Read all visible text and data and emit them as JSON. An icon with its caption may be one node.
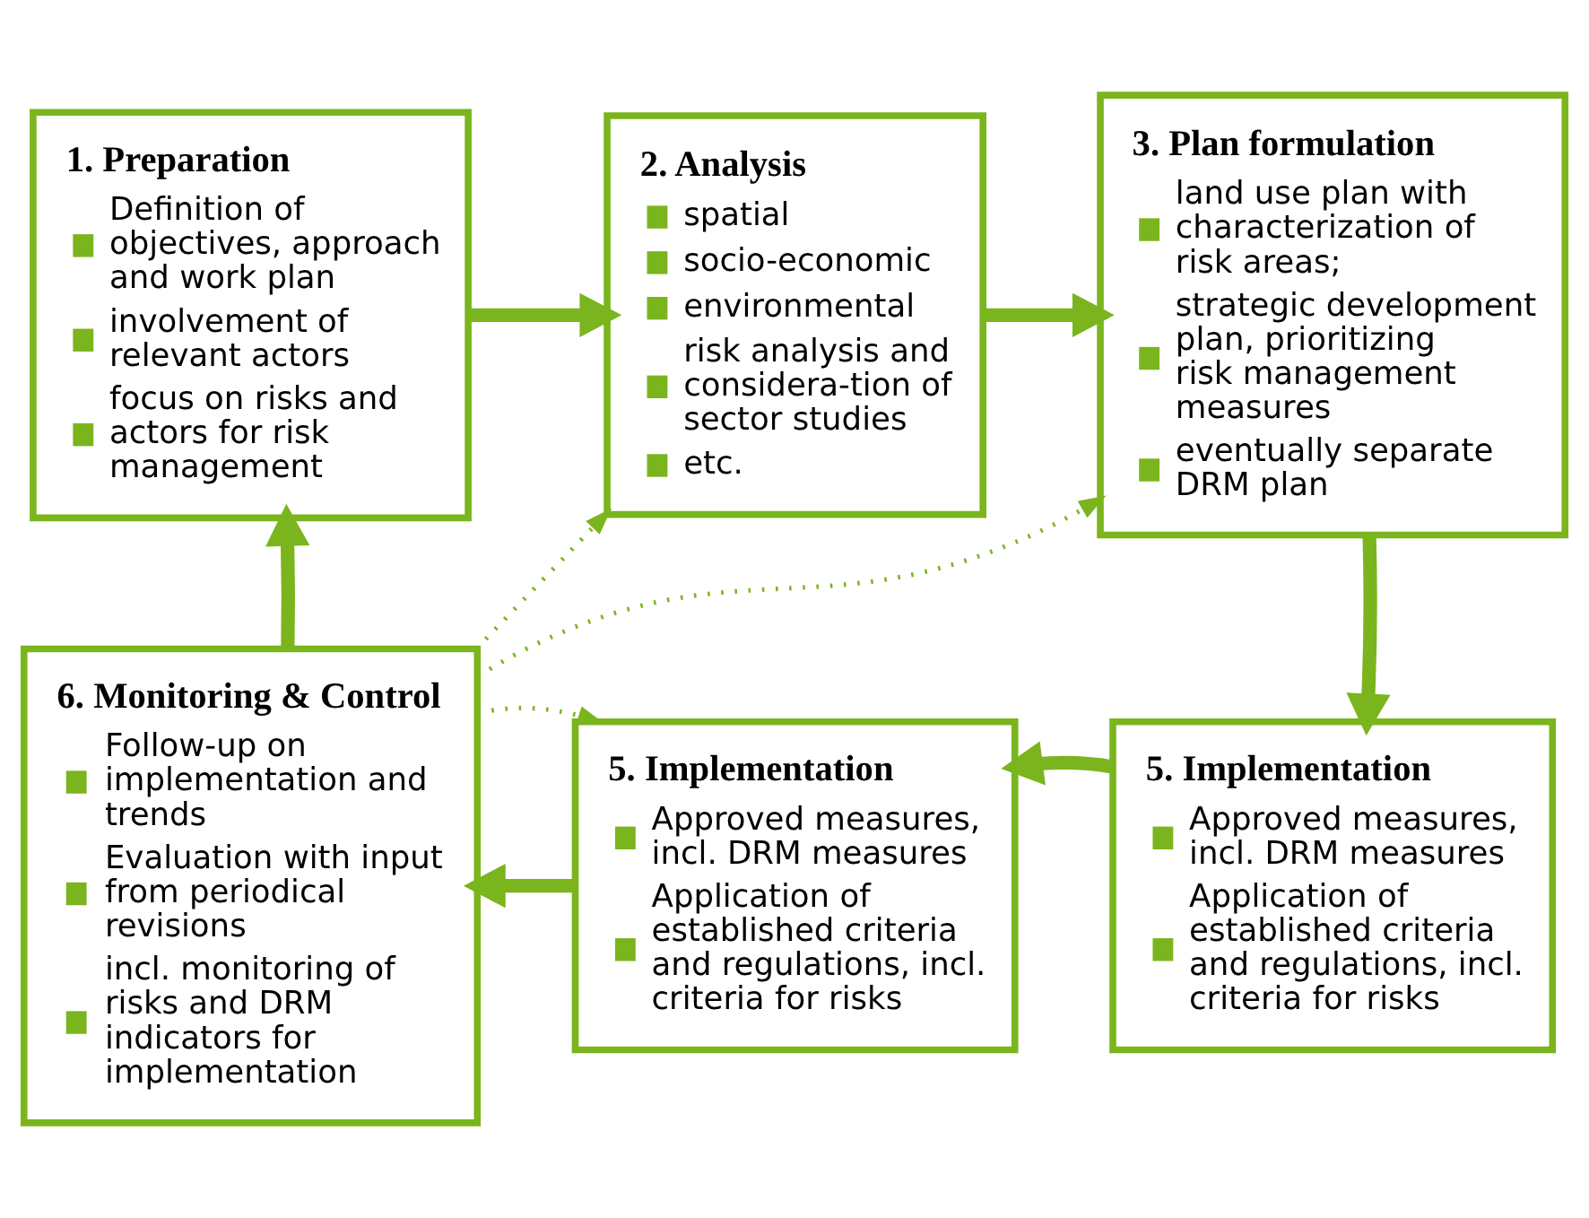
{
  "diagram": {
    "nodes": [
      {
        "text": [
          "1. Preparation",
          "Definition of objectives, approach and work plan",
          "involvement of relevant actors",
          "focus on risks and actors for risk management"
        ]
      },
      {
        "text": [
          "2. Analysis",
          "spatial",
          "socio-economic",
          "environmental",
          "risk analysis and considera-tion of sector studies",
          "etc."
        ]
      },
      {
        "text": [
          "3. Plan formulation",
          "land use plan with characterization of risk areas;",
          "strategic development plan, prioritizing risk management measures",
          "eventually separate DRM plan"
        ]
      },
      {
        "text": [
          "6. Monitoring & Control",
          "Follow-up on implementation and trends",
          "Evaluation with input from periodical revisions",
          "incl. monitoring of risks and DRM indicators for implementation"
        ]
      },
      {
        "text": [
          "5. Implementation",
          "Approved measures, incl. DRM measures",
          "Application of established criteria and regulations, incl. criteria for risks"
        ]
      },
      {
        "text": [
          "5. Implementation",
          "Approved measures, incl. DRM measures",
          "Application of established criteria and regulations, incl. criteria for risks"
        ]
      }
    ],
    "edges": [
      {
        "from": 0,
        "to": 1,
        "arrow": "to"
      },
      {
        "from": 1,
        "to": 2,
        "arrow": "to"
      },
      {
        "from": 2,
        "to": 5,
        "arrow": "to"
      },
      {
        "from": 5,
        "to": 4,
        "arrow": "to"
      },
      {
        "from": 4,
        "to": 3,
        "arrow": "to"
      },
      {
        "from": 3,
        "to": 0,
        "arrow": "to"
      },
      {
        "from": 3,
        "to": 1,
        "arrow": "to",
        "style": "dashed"
      },
      {
        "from": 3,
        "to": 2,
        "arrow": "to",
        "style": "dashed"
      },
      {
        "from": 3,
        "to": 4,
        "arrow": "to",
        "style": "dashed"
      }
    ]
  }
}
